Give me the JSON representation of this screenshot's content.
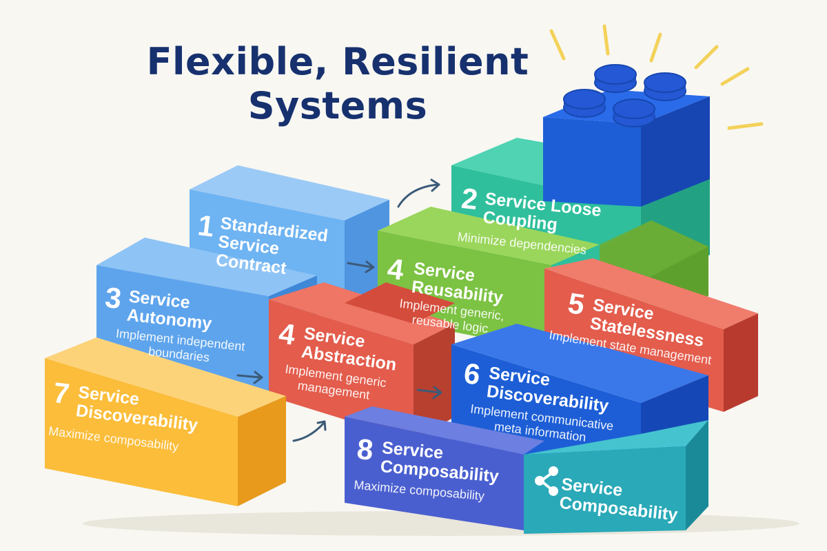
{
  "title": {
    "line1": "Flexible, Resilient",
    "line2": "Systems"
  },
  "colors": {
    "background": "#f8f7f2",
    "title": "#17316f",
    "light_blue": "#6eb3f2",
    "sky_blue": "#5ea4ec",
    "yellow": "#fbbd3a",
    "red": "#e35c4c",
    "green": "#7cc243",
    "teal": "#2fbf9c",
    "royal_blue": "#1d5ed6",
    "indigo": "#4a5fcf",
    "cyan": "#2aa9b8",
    "arrow": "#3c5a78"
  },
  "blocks": [
    {
      "id": "standardized-service-contract",
      "number": "1",
      "name": "Standardized\nService\nContract",
      "description": ""
    },
    {
      "id": "service-loose-coupling",
      "number": "2",
      "name": "Service Loose\nCoupling",
      "description": "Minimize dependencies"
    },
    {
      "id": "service-autonomy",
      "number": "3",
      "name": "Service\nAutonomy",
      "description": "Implement independent\nboundaries"
    },
    {
      "id": "service-reusability",
      "number": "4",
      "name": "Service\nReusability",
      "description": "Implement generic,\nreusable logic"
    },
    {
      "id": "service-abstraction",
      "number": "4",
      "name": "Service\nAbstraction",
      "description": "Implement generic\nmanagement"
    },
    {
      "id": "service-statelessness",
      "number": "5",
      "name": "Service\nStatelessness",
      "description": "Implement state management"
    },
    {
      "id": "service-discoverability",
      "number": "6",
      "name": "Service\nDiscoverability",
      "description": "Implement communicative\nmeta information"
    },
    {
      "id": "service-discoverability-7",
      "number": "7",
      "name": "Service\nDiscoverability",
      "description": "Maximize composability"
    },
    {
      "id": "service-composability",
      "number": "8",
      "name": "Service\nComposability",
      "description": "Maximize composability"
    },
    {
      "id": "service-composability-icon",
      "number": "",
      "name": "Service\nComposability",
      "description": ""
    }
  ]
}
